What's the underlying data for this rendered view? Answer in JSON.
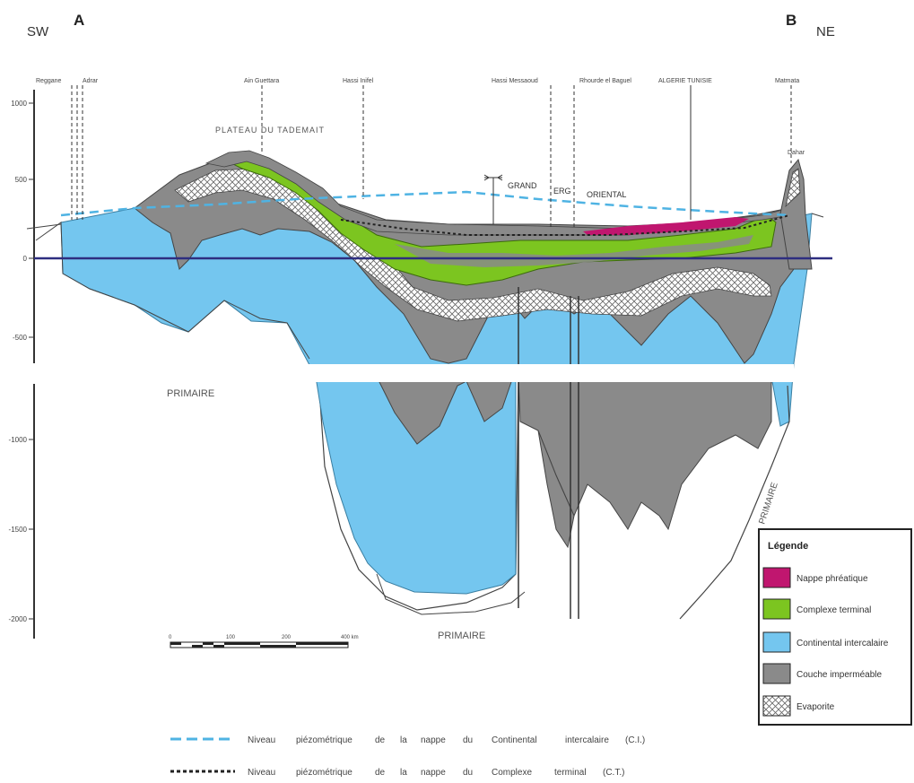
{
  "corners": {
    "left_dir": "SW",
    "left_point": "A",
    "right_point": "B",
    "right_dir": "NE"
  },
  "wells": [
    "Reggane",
    "Adrar",
    "Ain Guettara",
    "Hassi Inifel",
    "Hassi Messaoud",
    "Rhourde el Baguel",
    "ALGERIE TUNISIE",
    "Matmata",
    "Dahar"
  ],
  "region_labels": {
    "plateau": "PLATEAU DU TADEMAIT",
    "grand": "GRAND",
    "erg": "ERG",
    "oriental": "ORIENTAL",
    "primaire_left": "PRIMAIRE",
    "primaire_bottom": "PRIMAIRE",
    "primaire_right": "PRIMAIRE"
  },
  "depth_axis": [
    "1000",
    "500",
    "0",
    "-500",
    "-1000",
    "-1500",
    "-2000"
  ],
  "scale_bar": {
    "ticks": [
      "0",
      "100",
      "200",
      "400 km"
    ]
  },
  "legend": {
    "title": "Légende",
    "items": [
      {
        "label": "Nappe phréatique",
        "color": "#c0166f",
        "pattern": "solid"
      },
      {
        "label": "Complexe terminal",
        "color": "#7cc520",
        "pattern": "solid"
      },
      {
        "label": "Continental intercalaire",
        "color": "#74c6ef",
        "pattern": "solid"
      },
      {
        "label": "Couche imperméable",
        "color": "#8a8a8a",
        "pattern": "solid"
      },
      {
        "label": "Evaporite",
        "color": "#ffffff",
        "pattern": "hatch"
      }
    ]
  },
  "line_legend": [
    {
      "words": [
        "Niveau",
        "piézométrique",
        "de",
        "la",
        "nappe",
        "du",
        "Continental",
        "intercalaire",
        "(C.I.)"
      ],
      "color": "#4fb3e3",
      "style": "dashed"
    },
    {
      "words": [
        "Niveau",
        "piézométrique",
        "de",
        "la",
        "nappe",
        "du",
        "Complexe",
        "terminal",
        "(C.T.)"
      ],
      "color": "#222222",
      "style": "dotted"
    }
  ]
}
